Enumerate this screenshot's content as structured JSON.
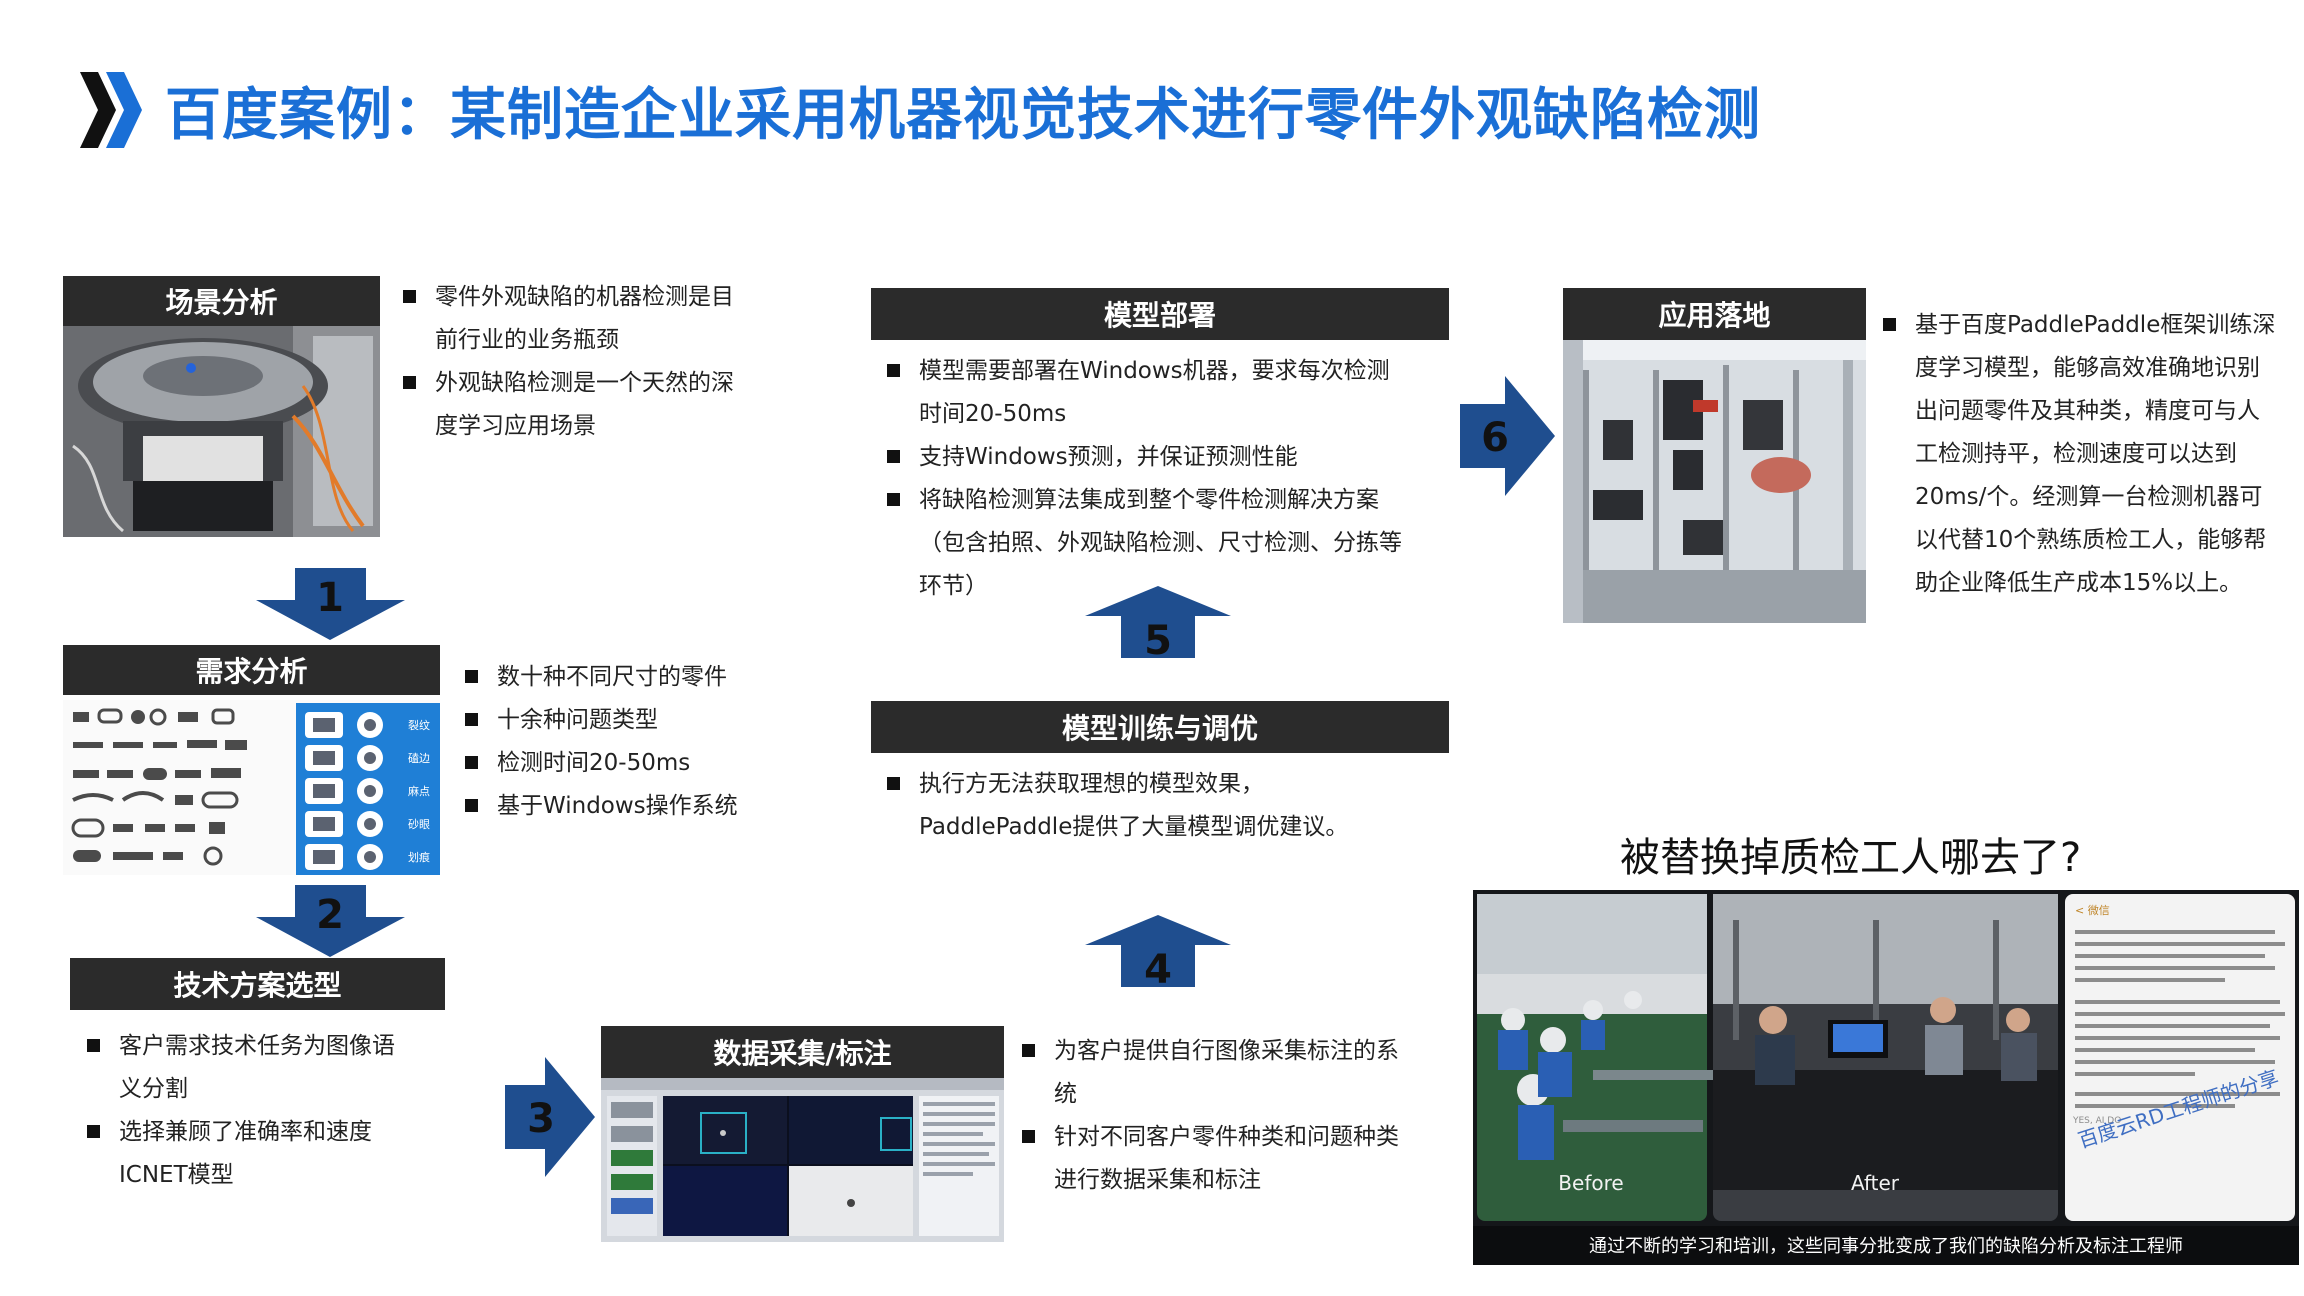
{
  "title": "百度案例：某制造企业采用机器视觉技术进行零件外观缺陷检测",
  "colors": {
    "accent": "#1a6fd6",
    "header_bg": "#2b2b2b",
    "arrow_blue": "#1f4e8f"
  },
  "sections": {
    "scene": {
      "label": "场景分析",
      "bullets": [
        "零件外观缺陷的机器检测是目",
        "前行业的业务瓶颈",
        "外观缺陷检测是一个天然的深",
        "度学习应用场景"
      ]
    },
    "needs": {
      "label": "需求分析",
      "bullets": [
        "数十种不同尺寸的零件",
        "十余种问题类型",
        "检测时间20-50ms",
        "基于Windows操作系统"
      ],
      "defect_types": [
        "裂纹",
        "磕边",
        "麻点",
        "砂眼",
        "划痕"
      ]
    },
    "tech": {
      "label": "技术方案选型",
      "bullets": [
        "客户需求技术任务为图像语",
        "义分割",
        "选择兼顾了准确率和速度",
        "ICNET模型"
      ]
    },
    "data": {
      "label": "数据采集/标注",
      "bullets": [
        "为客户提供自行图像采集标注的系",
        "统",
        "针对不同客户零件种类和问题种类",
        "进行数据采集和标注"
      ]
    },
    "training": {
      "label": "模型训练与调优",
      "bullets": [
        "执行方无法获取理想的模型效果，",
        "PaddlePaddle提供了大量模型调优建议。"
      ]
    },
    "deploy": {
      "label": "模型部署",
      "bullets": [
        "模型需要部署在Windows机器，要求每次检测",
        "时间20-50ms",
        "支持Windows预测，并保证预测性能",
        "将缺陷检测算法集成到整个零件检测解决方案",
        "（包含拍照、外观缺陷检测、尺寸检测、分拣等",
        "环节）"
      ]
    },
    "apply": {
      "label": "应用落地",
      "bullets": [
        "基于百度PaddlePaddle框架训练深",
        "度学习模型，能够高效准确地识别",
        "出问题零件及其种类，精度可与人",
        "工检测持平，检测速度可以达到",
        "20ms/个。经测算一台检测机器可",
        "以代替10个熟练质检工人，能够帮",
        "助企业降低生产成本15%以上。"
      ]
    }
  },
  "steps": [
    "1",
    "2",
    "3",
    "4",
    "5",
    "6"
  ],
  "question": "被替换掉质检工人哪去了?",
  "story": {
    "before_label": "Before",
    "after_label": "After",
    "caption": "通过不断的学习和培训，这些同事分批变成了我们的缺陷分析及标注工程师",
    "watermark": "百度云RD工程师的分享",
    "chat_name": "YES, AI DO",
    "chat_back": "< 微信"
  }
}
